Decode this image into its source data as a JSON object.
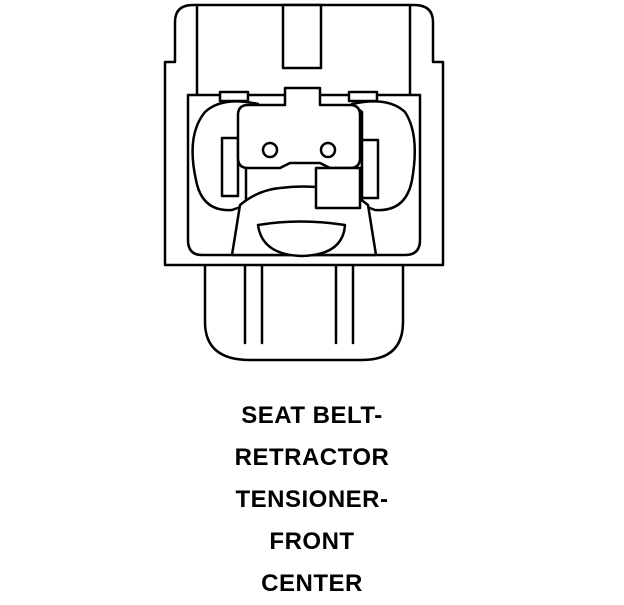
{
  "caption": {
    "lines": [
      "SEAT BELT-",
      "RETRACTOR",
      "TENSIONER-",
      "FRONT",
      "CENTER"
    ]
  },
  "diagram": {
    "subject": "connector-face-view",
    "stroke_color": "#000000",
    "fill_color": "#ffffff"
  }
}
